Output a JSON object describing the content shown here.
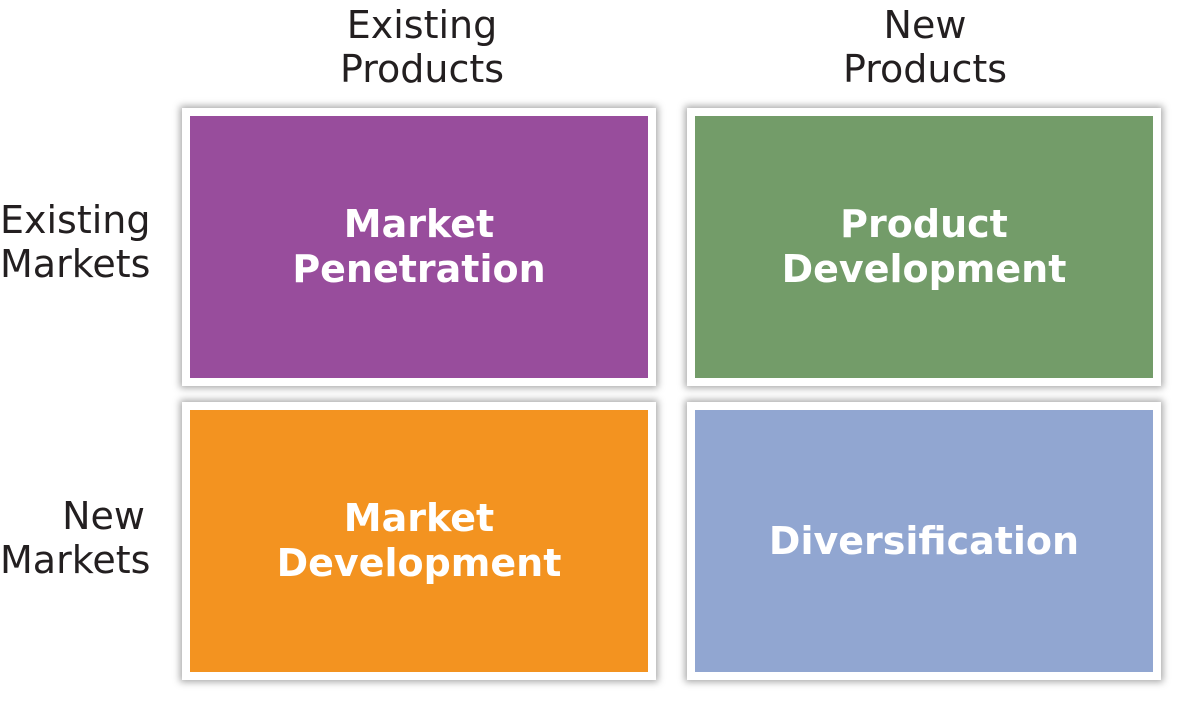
{
  "columns": {
    "existing_products": "Existing\nProducts",
    "new_products": "New\nProducts"
  },
  "rows": {
    "existing_markets": "Existing\nMarkets",
    "new_markets": "New\nMarkets"
  },
  "cells": {
    "market_penetration": {
      "label": "Market\nPenetration",
      "color": "#984d9c"
    },
    "product_development": {
      "label": "Product\nDevelopment",
      "color": "#739c69"
    },
    "market_development": {
      "label": "Market\nDevelopment",
      "color": "#f39320"
    },
    "diversification": {
      "label": "Diversification",
      "color": "#91a6d1"
    }
  }
}
